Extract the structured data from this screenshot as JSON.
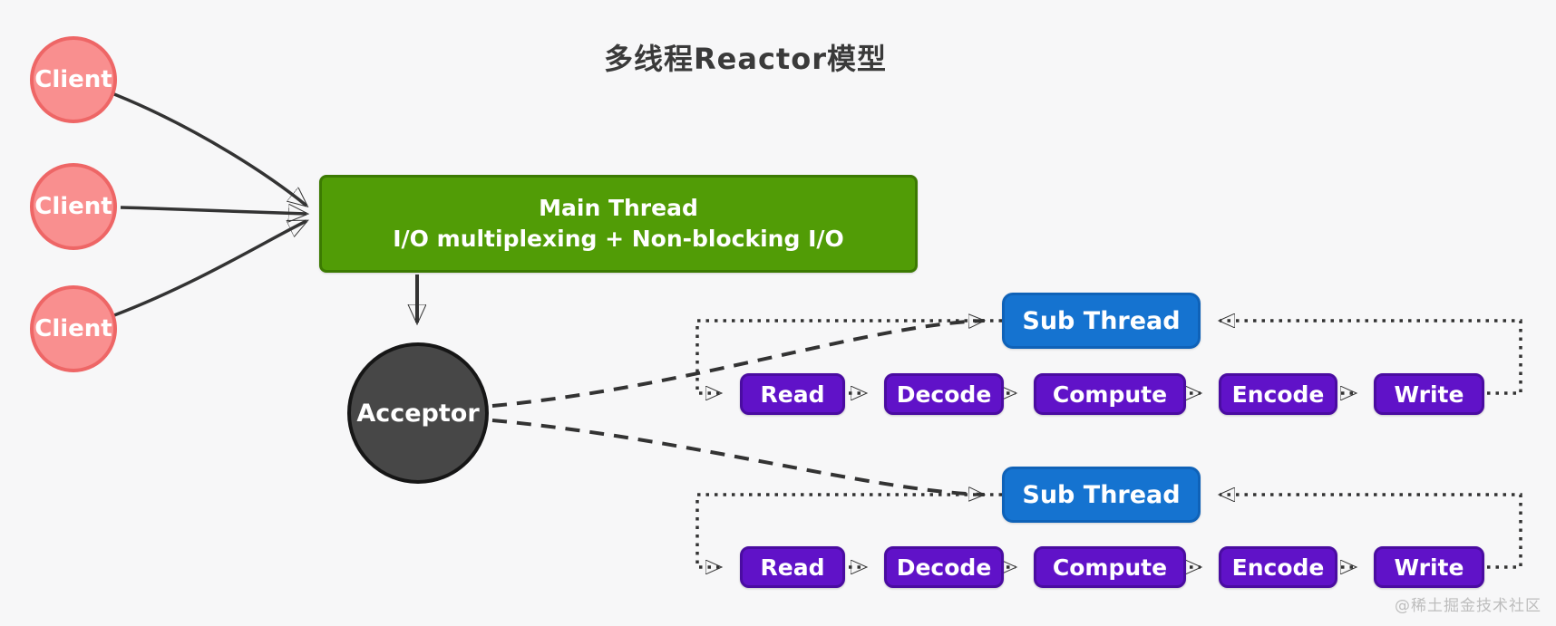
{
  "title": "多线程Reactor模型",
  "clients": [
    {
      "label": "Client"
    },
    {
      "label": "Client"
    },
    {
      "label": "Client"
    }
  ],
  "main_thread": {
    "line1": "Main Thread",
    "line2": "I/O multiplexing + Non-blocking I/O"
  },
  "acceptor": {
    "label": "Acceptor"
  },
  "sub_threads": [
    {
      "label": "Sub Thread"
    },
    {
      "label": "Sub Thread"
    }
  ],
  "pipeline": {
    "stages": [
      "Read",
      "Decode",
      "Compute",
      "Encode",
      "Write"
    ]
  },
  "watermark": "@稀土掘金技术社区",
  "colors": {
    "background": "#f7f7f8",
    "client_fill": "#f98f8f",
    "client_border": "#ee6666",
    "main_thread_fill": "#519c06",
    "main_thread_border": "#3c7a02",
    "acceptor_fill": "#474747",
    "acceptor_border": "#161616",
    "sub_thread_fill": "#1573d0",
    "sub_thread_border": "#0f62b8",
    "stage_fill": "#6012c8",
    "stage_border": "#4a0ca1",
    "line": "#333333",
    "title_text": "#3a3a3a",
    "watermark_text": "#bdbdbd"
  }
}
